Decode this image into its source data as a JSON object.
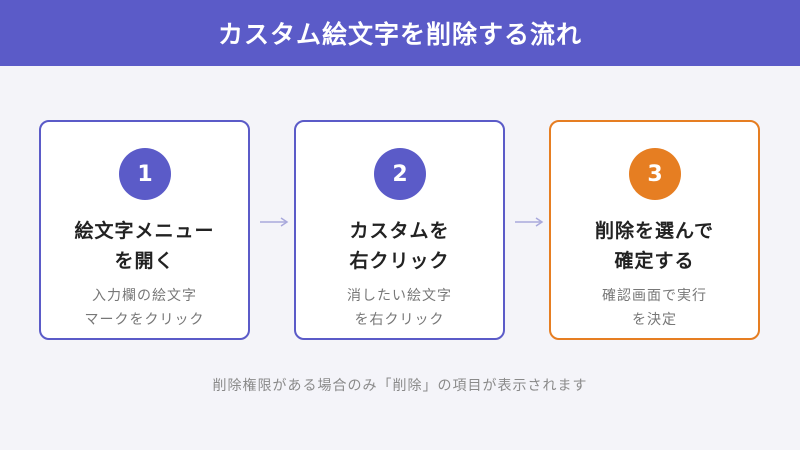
{
  "header": {
    "title": "カスタム絵文字を削除する流れ"
  },
  "steps": [
    {
      "number": "1",
      "title_lines": [
        "絵文字メニュー",
        "を開く"
      ],
      "desc_lines": [
        "入力欄の絵文字",
        "マークをクリック"
      ]
    },
    {
      "number": "2",
      "title_lines": [
        "カスタムを",
        "右クリック"
      ],
      "desc_lines": [
        "消したい絵文字",
        "を右クリック"
      ]
    },
    {
      "number": "3",
      "title_lines": [
        "削除を選んで",
        "確定する"
      ],
      "desc_lines": [
        "確認画面で実行",
        "を決定"
      ]
    }
  ],
  "footnote": "削除権限がある場合のみ「削除」の項目が表示されます",
  "colors": {
    "primary": "#5b5bc8",
    "accent": "#e67e22",
    "arrow": "#a9a9dc"
  }
}
